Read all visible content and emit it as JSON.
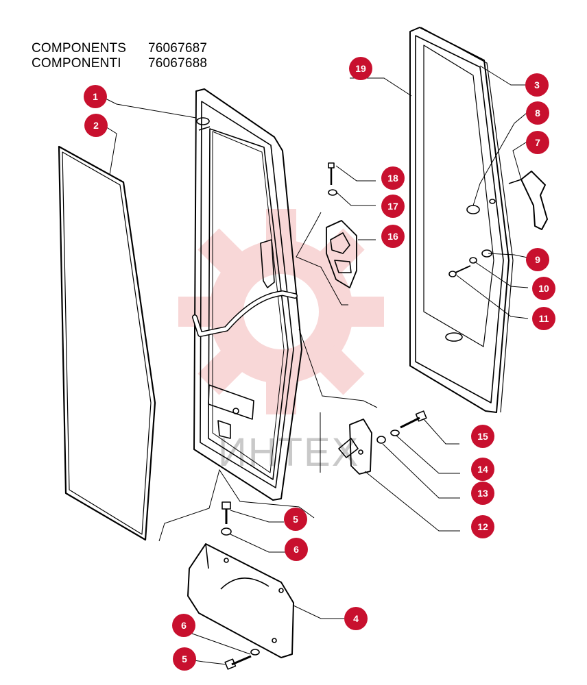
{
  "header": {
    "rows": [
      {
        "label": "COMPONENTS",
        "code": "76067687"
      },
      {
        "label": "COMPONENTI",
        "code": "76067688"
      }
    ]
  },
  "watermark": {
    "text": "ИНТЕХ"
  },
  "colors": {
    "badge": "#c8102e",
    "line": "#000000",
    "watermark": "#f3b7b7"
  },
  "callouts": [
    "1",
    "2",
    "3",
    "4",
    "5",
    "5",
    "6",
    "6",
    "7",
    "8",
    "9",
    "10",
    "11",
    "12",
    "13",
    "14",
    "15",
    "16",
    "17",
    "18",
    "19"
  ]
}
